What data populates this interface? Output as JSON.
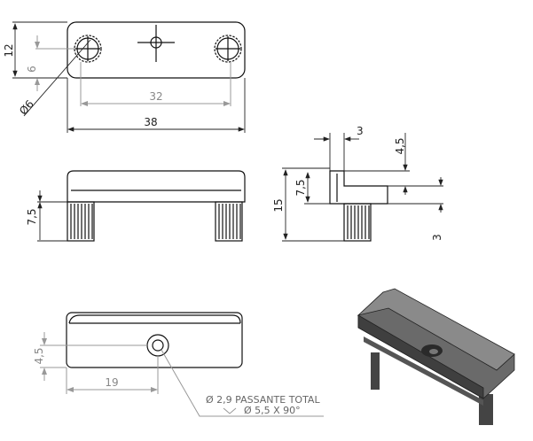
{
  "drawing": {
    "top_view": {
      "dim_height": "12",
      "dim_half": "6",
      "dim_diameter": "Ø6",
      "dim_hole_spacing": "32",
      "dim_length": "38"
    },
    "front_view": {
      "dim_leg_height": "7,5"
    },
    "side_view": {
      "dim_lip_width": "3",
      "dim_lip_height": "4,5",
      "dim_total_height": "15",
      "dim_body_height": "7,5",
      "dim_base_thickness": "3"
    },
    "bottom_view": {
      "dim_hole_offset_y": "4,5",
      "dim_hole_offset_x": "19",
      "note_line1": "Ø 2,9 PASSANTE TOTAL",
      "note_line2": "Ø 5,5 X 90°"
    },
    "colors": {
      "line": "#111111",
      "dim_gray": "#999999",
      "iso_body": "#5a5a5a"
    }
  }
}
